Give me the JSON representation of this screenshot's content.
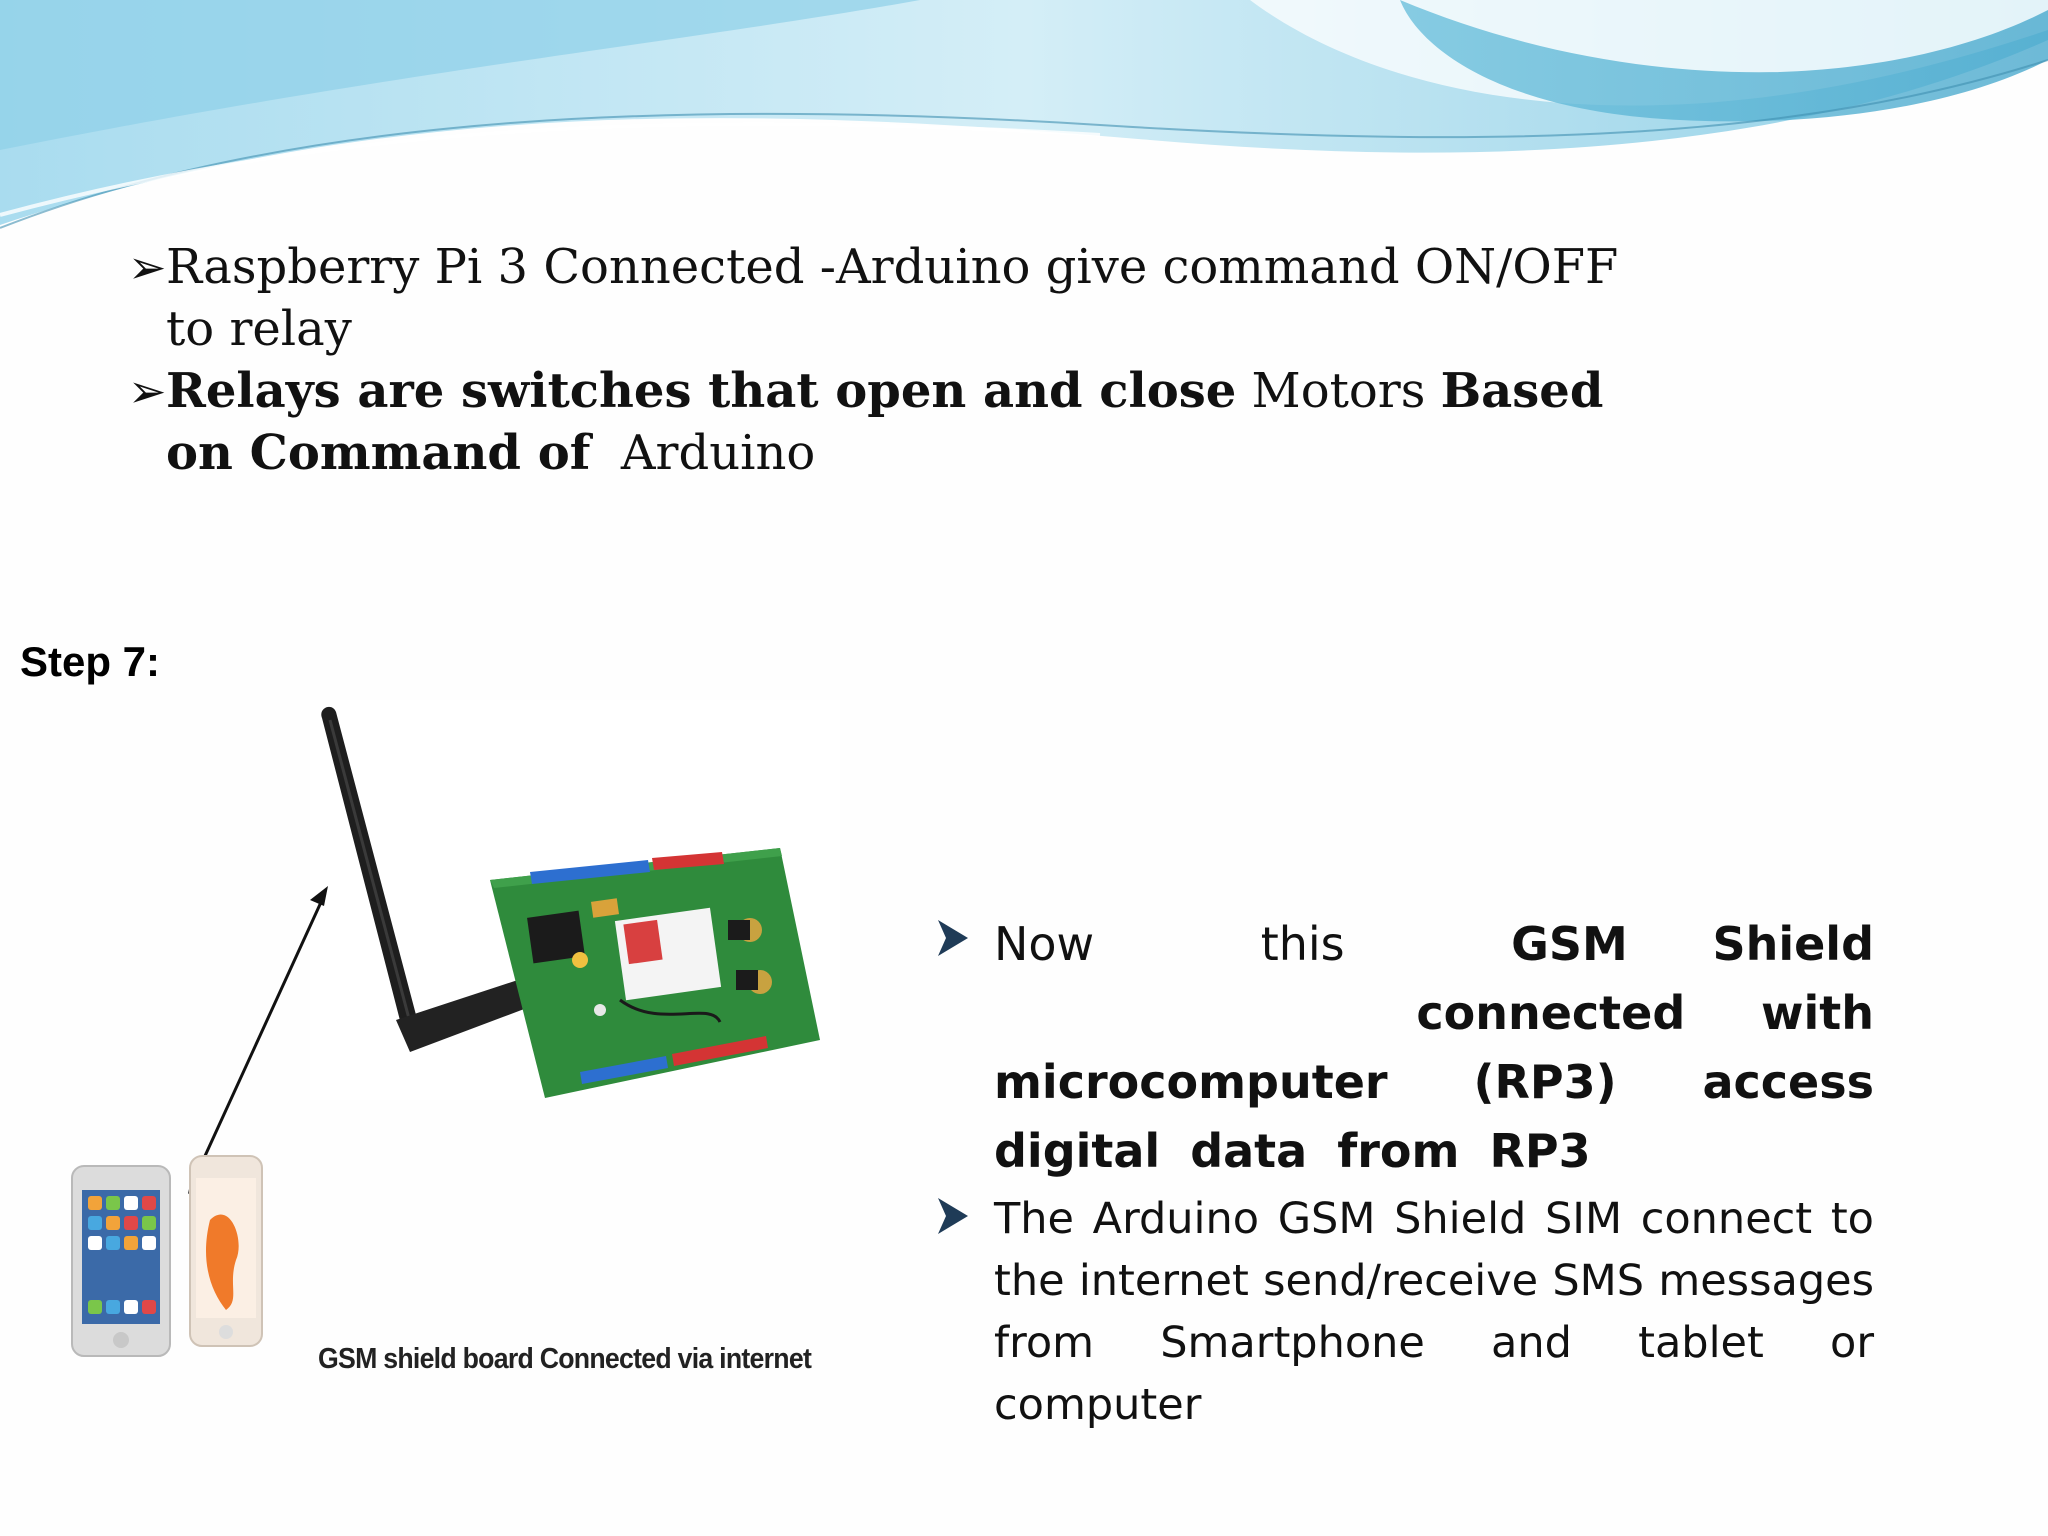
{
  "slide": {
    "colors": {
      "wave_dark": "#5fb8d6",
      "wave_light": "#bfe6f3",
      "text": "#111111",
      "arrow": "#1f3b57"
    },
    "top_bullets": [
      {
        "icon": "arrow-bullet-icon",
        "text": "Raspberry Pi 3 Connected -Arduino give command ON/OFF  to relay"
      },
      {
        "icon": "arrow-bullet-icon",
        "bold_1": "Relays are switches that open and close",
        "normal_1": " Motors ",
        "bold_2": "Based on Command of",
        "normal_2": "  Arduino"
      }
    ],
    "step_label": "Step 7:",
    "figure": {
      "caption": "GSM shield board Connected via internet",
      "icons": [
        "antenna-icon",
        "gsm-shield-board-icon",
        "smartphone-icon",
        "double-arrow-icon"
      ]
    },
    "right_bullets": [
      {
        "icon": "arrow-bullet-icon",
        "part1": "Now  this  ",
        "bold1": "GSM  Shield",
        "gap": "       ",
        "bold2": "connected with  microcomputer  (RP3)  access digital data from RP3"
      },
      {
        "icon": "arrow-bullet-icon",
        "text": "The  Arduino  GSM  Shield  SIM  connect  to the  internet  send/receive  SMS  messages from Smartphone and tablet or computer"
      }
    ]
  }
}
